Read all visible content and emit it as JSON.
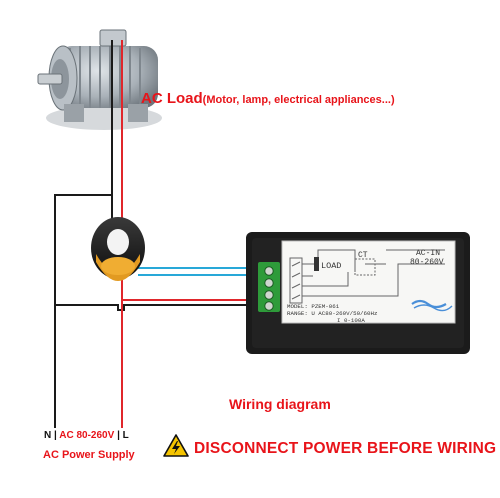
{
  "load_label": {
    "main": "AC Load",
    "detail": "(Motor, lamp, electrical appliances...)"
  },
  "diagram_title": "Wiring diagram",
  "supply": {
    "neutral": "N",
    "range": "AC 80-260V",
    "live": "L",
    "title": "AC Power Supply"
  },
  "warning": {
    "icon": "high-voltage-warning-icon",
    "text": "DISCONNECT POWER BEFORE WIRING"
  },
  "meter": {
    "load_label": "LOAD",
    "ct_label": "CT",
    "ac_in_label": "AC-IN",
    "ac_in_range": "80-260V",
    "model_line": "MODEL: PZEM-061",
    "range_line_u": "RANGE: U AC80-260V/50/60Hz",
    "range_line_i": "I 0-100A",
    "brand": "brand-logo"
  },
  "colors": {
    "live_wire": "#e0262b",
    "neutral_wire": "#1a1a1a",
    "signal_wire": "#28a8d8",
    "terminal": "#2e9b3a",
    "accent_text": "#e8141a"
  }
}
